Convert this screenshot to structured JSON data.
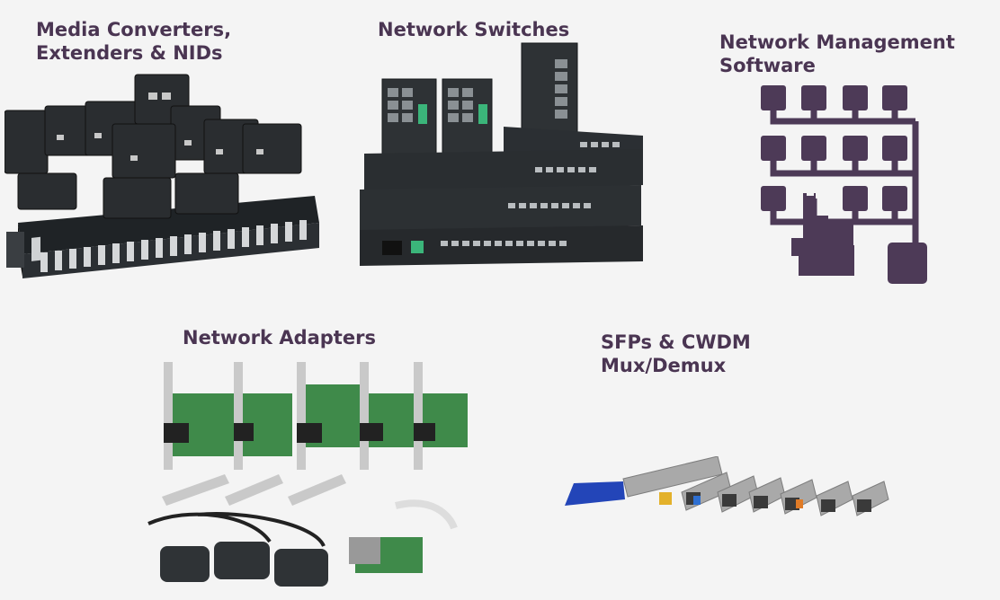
{
  "categories": {
    "media_converters": {
      "line1": "Media Converters,",
      "line2": "Extenders & NIDs"
    },
    "network_switches": {
      "line1": "Network Switches"
    },
    "network_management": {
      "line1": "Network Management",
      "line2": "Software"
    },
    "network_adapters": {
      "line1": "Network Adapters"
    },
    "sfps": {
      "line1": "SFPs & CWDM",
      "line2": "Mux/Demux"
    }
  },
  "colors": {
    "heading": "#4a3552",
    "software_icon": "#4d3a57",
    "background": "#f4f4f4",
    "chassis": "#2e3235",
    "board_green": "#3f8a4a",
    "bracket_silver": "#c9c9c9",
    "sfp_blue": "#2345b8"
  },
  "icons": {
    "software": "network-tree-hand-icon"
  }
}
